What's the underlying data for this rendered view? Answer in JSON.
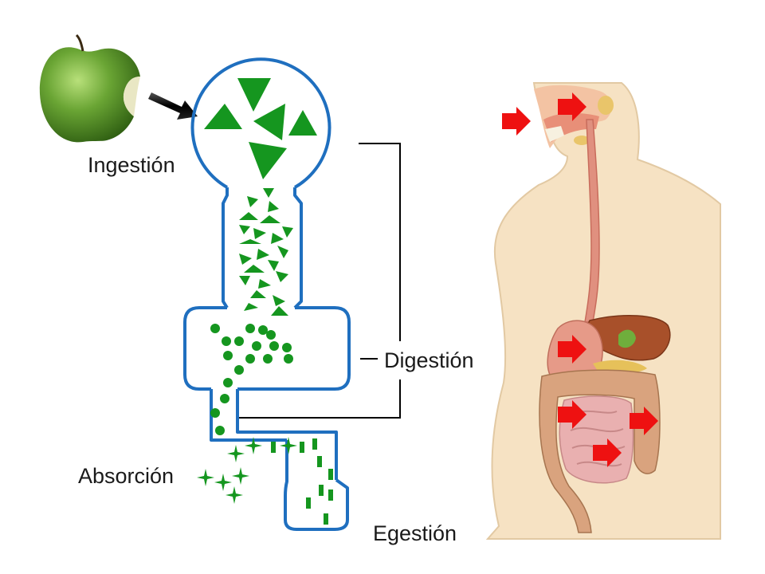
{
  "labels": {
    "ingestion": "Ingestión",
    "digestion": "Digestión",
    "absorption": "Absorción",
    "egestion": "Egestión"
  },
  "colors": {
    "tract_outline": "#1f6fbf",
    "food_particles": "#15961f",
    "arrow_red": "#ee1111",
    "skin": "#f6e2c3",
    "esophagus": "#e0907f",
    "liver": "#a8502a",
    "intestine": "#e9b0b0",
    "colon": "#d9a37e",
    "apple": "#5c9a2a"
  },
  "icons": {
    "apple": "apple-icon",
    "arrow": "black-arrow-icon",
    "red_arrow": "red-arrow-icon"
  }
}
